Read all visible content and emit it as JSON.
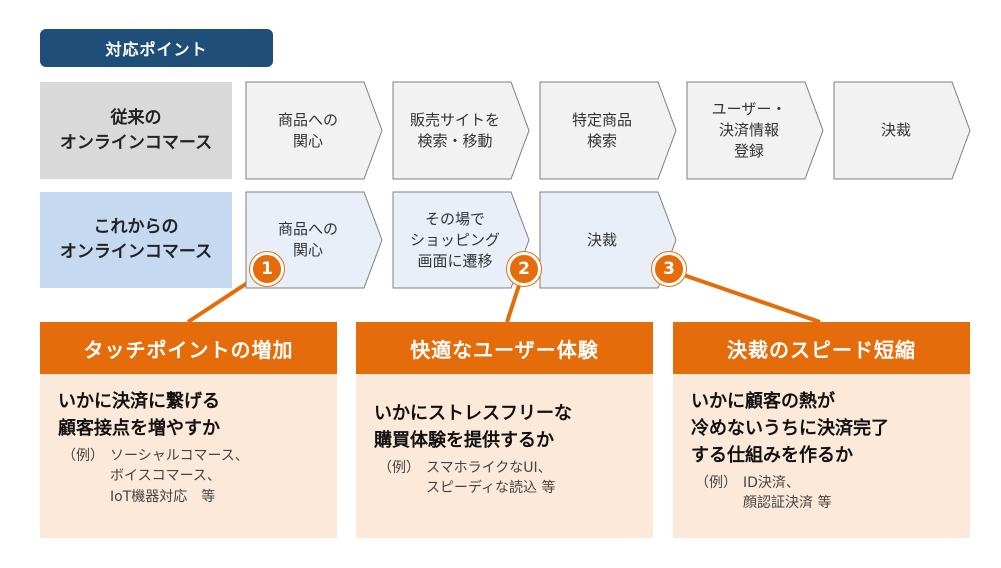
{
  "badge": "対応ポイント",
  "rows": [
    {
      "label": "従来の\nオンラインコマース",
      "steps": [
        "商品への\n関心",
        "販売サイトを\n検索・移動",
        "特定商品\n検索",
        "ユーザー・\n決済情報\n登録",
        "決裁"
      ]
    },
    {
      "label": "これからの\nオンラインコマース",
      "steps": [
        "商品への\n関心",
        "その場で\nショッピング\n画面に遷移",
        "決裁"
      ]
    }
  ],
  "points": [
    {
      "number": "1",
      "title": "タッチポイントの増加",
      "main": "いかに決済に繋げる\n顧客接点を増やすか",
      "example_label": "（例）",
      "example": "ソーシャルコマース、\nボイスコマース、\nIoT機器対応　等"
    },
    {
      "number": "2",
      "title": "快適なユーザー体験",
      "main": "いかにストレスフリーな\n購買体験を提供するか",
      "example_label": "（例）",
      "example": "スマホライクなUI、\nスピーディな読込 等"
    },
    {
      "number": "3",
      "title": "決裁のスピード短縮",
      "main": "いかに顧客の熱が\n冷めないうちに決済完了\nする仕組みを作るか",
      "example_label": "（例）",
      "example": "ID決済、\n顔認証決済 等"
    }
  ],
  "colors": {
    "navy": "#1f4e79",
    "orange": "#e46c0a",
    "peach": "#fde9d9",
    "gray": "#d9d9d9",
    "lightblue": "#c5d9f1",
    "chevron_gray": "#f2f2f2",
    "chevron_blue": "#e9eff8"
  }
}
